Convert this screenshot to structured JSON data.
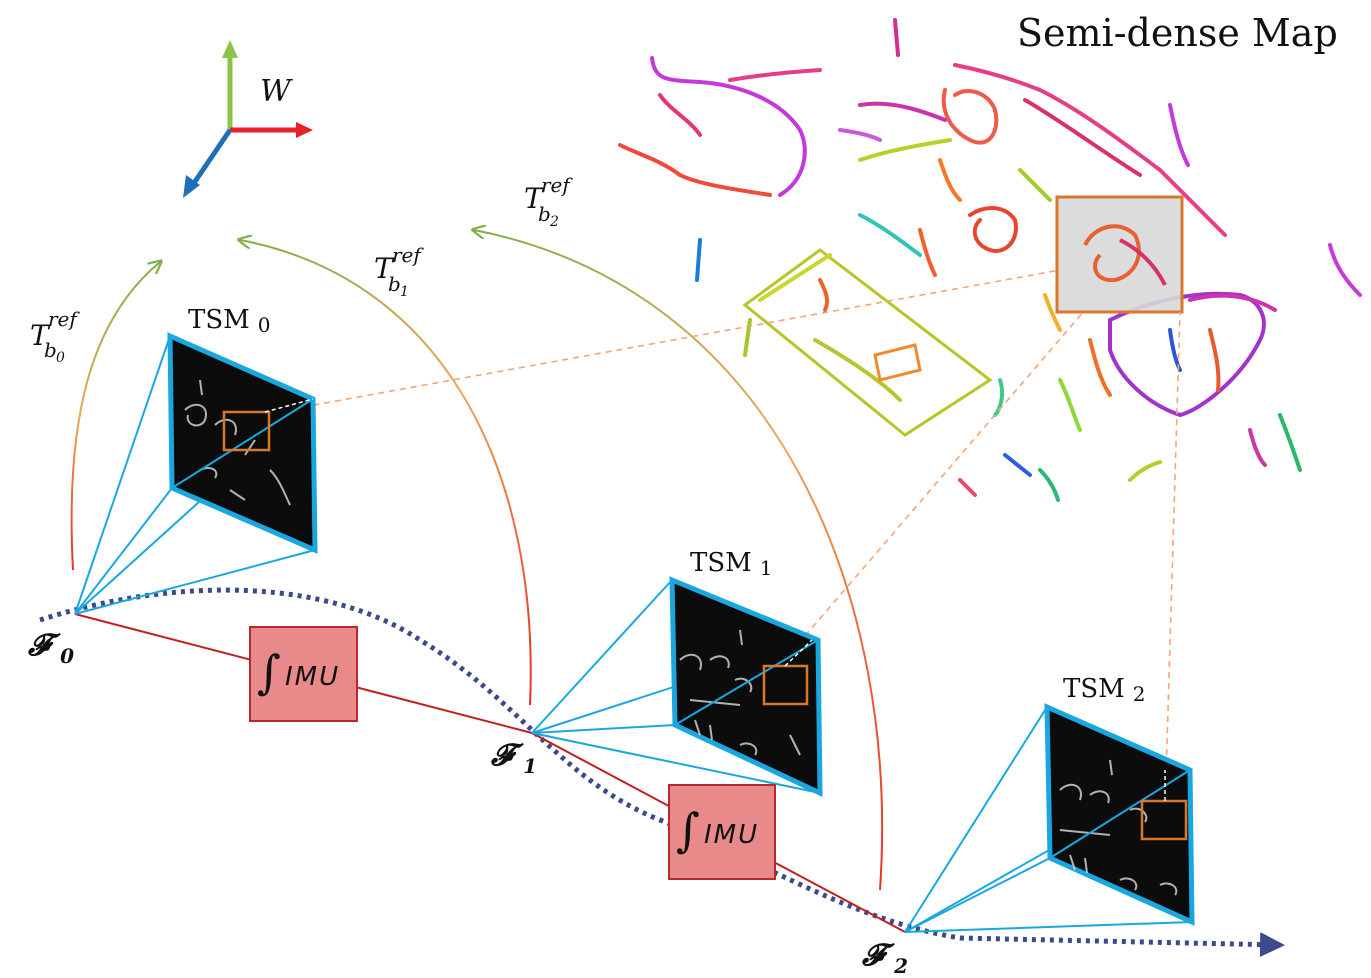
{
  "title": "Semi-dense Map",
  "world_label": "W",
  "colors": {
    "axis_up": "#8bc34a",
    "axis_right": "#e8202a",
    "axis_diag": "#1f6fb8",
    "frustum": "#1aa7e0",
    "trajectory": "#3b4a8c",
    "imu_line": "#c21f1f",
    "imu_box_fill": "#e98a8a",
    "imu_box_stroke": "#b52a2a",
    "highlight": "#d9772b",
    "map_patch": "#d8d8d8"
  },
  "imu_label": "IMU",
  "transforms": [
    {
      "base": "T",
      "sup": "ref",
      "sub": "b",
      "subsub": "0"
    },
    {
      "base": "T",
      "sup": "ref",
      "sub": "b",
      "subsub": "1"
    },
    {
      "base": "T",
      "sup": "ref",
      "sub": "b",
      "subsub": "2"
    }
  ],
  "tsm": [
    {
      "name": "TSM",
      "index": "0"
    },
    {
      "name": "TSM",
      "index": "1"
    },
    {
      "name": "TSM",
      "index": "2"
    }
  ],
  "frames": [
    {
      "symbol": "𝓕",
      "index": "0"
    },
    {
      "symbol": "𝓕",
      "index": "1"
    },
    {
      "symbol": "𝓕",
      "index": "2"
    }
  ]
}
